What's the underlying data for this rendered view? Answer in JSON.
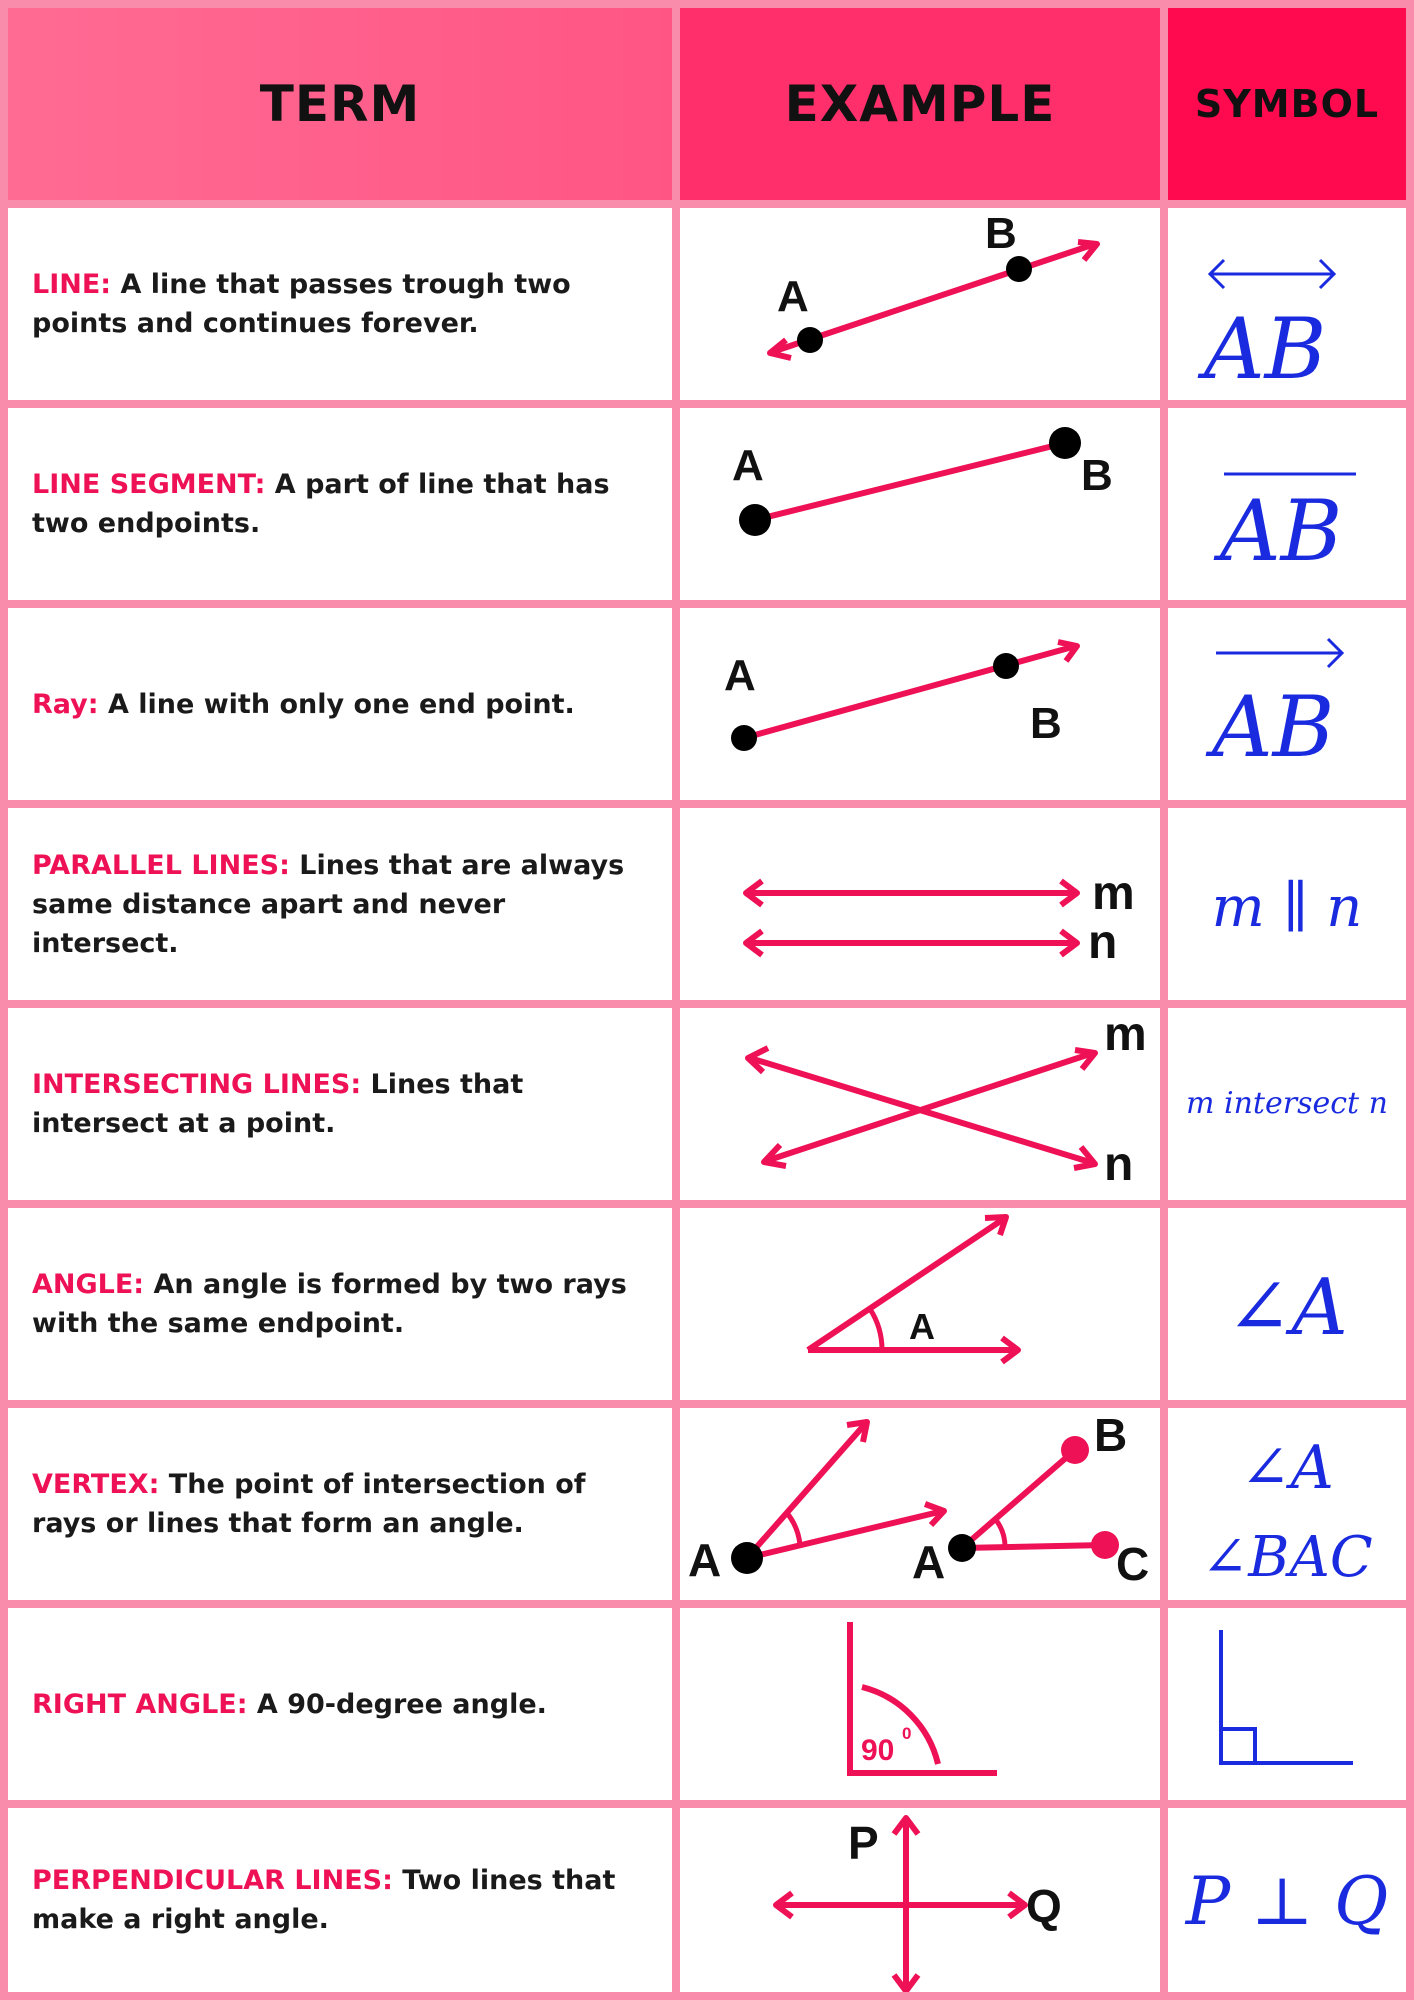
{
  "header": {
    "term": "TERM",
    "example": "EXAMPLE",
    "symbol": "SYMBOL"
  },
  "colors": {
    "accent": "#ee1155",
    "symbol_blue": "#1a2bdf",
    "border": "#f98bab"
  },
  "rows": [
    {
      "name": "LINE:",
      "desc": " A line that passes trough two points and continues forever.",
      "labels": [
        "A",
        "B"
      ],
      "symbol": "AB"
    },
    {
      "name": "LINE SEGMENT:",
      "desc": " A part of line that has two endpoints.",
      "labels": [
        "A",
        "B"
      ],
      "symbol": "AB"
    },
    {
      "name": "Ray:",
      "desc": " A line with only one end point.",
      "labels": [
        "A",
        "B"
      ],
      "symbol": "AB"
    },
    {
      "name": "PARALLEL LINES:",
      "desc": " Lines that are always same distance apart and never intersect.",
      "labels": [
        "m",
        "n"
      ],
      "symbol": "m ∥ n"
    },
    {
      "name": "INTERSECTING LINES:",
      "desc": " Lines that intersect at a point.",
      "labels": [
        "m",
        "n"
      ],
      "symbol": "m intersect n"
    },
    {
      "name": "ANGLE:",
      "desc": " An angle is formed by two rays with the same endpoint.",
      "labels": [
        "A"
      ],
      "symbol": "∠A"
    },
    {
      "name": "VERTEX:",
      "desc": " The point of intersection of rays or lines that form an angle.",
      "labels": [
        "A",
        "A",
        "B",
        "C"
      ],
      "symbol": "∠A",
      "symbol2": "∠BAC"
    },
    {
      "name": "RIGHT ANGLE:",
      "desc": " A 90-degree angle.",
      "labels": [
        "90",
        "0"
      ],
      "symbol": ""
    },
    {
      "name": "PERPENDICULAR LINES:",
      "desc": " Two lines that make a right angle.",
      "labels": [
        "P",
        "Q"
      ],
      "symbol": "P ⊥ Q"
    }
  ]
}
